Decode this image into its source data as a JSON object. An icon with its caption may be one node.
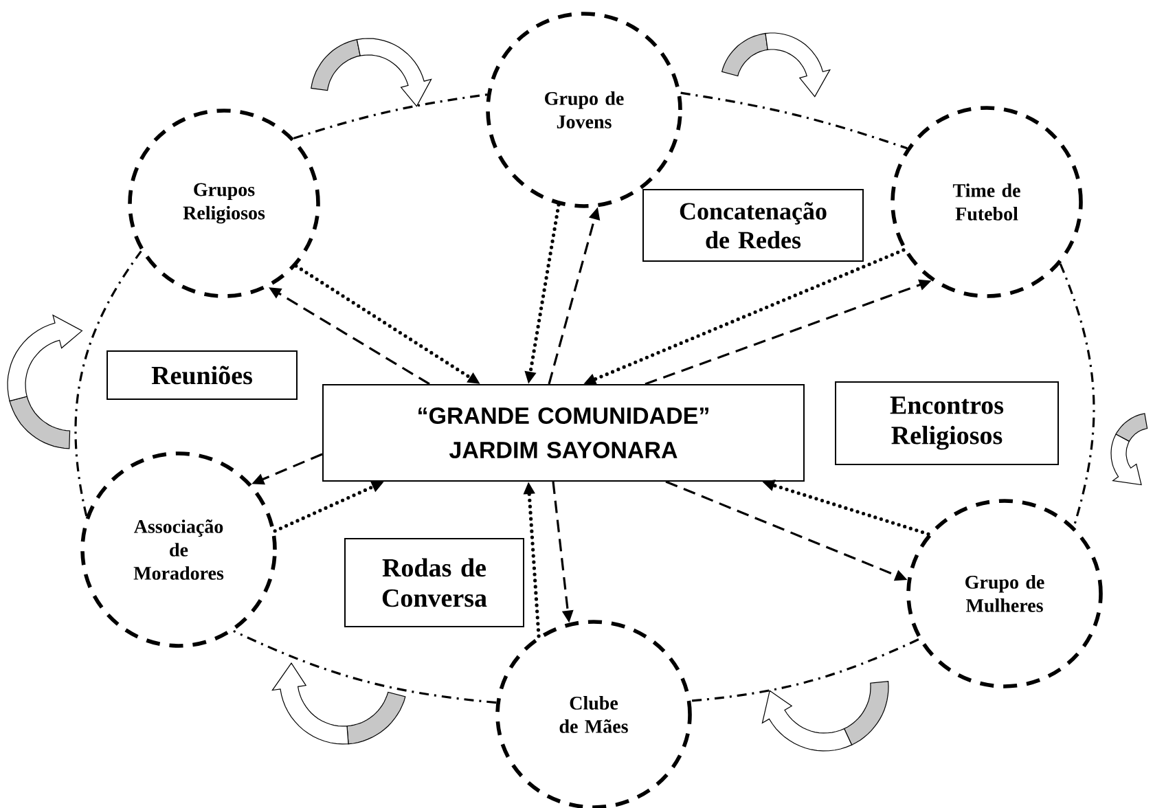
{
  "diagram": {
    "nodes": [
      {
        "text": [
          "Grupo de Jovens"
        ]
      },
      {
        "text": [
          "Grupos Religiosos"
        ]
      },
      {
        "text": [
          "Time de Futebol"
        ]
      },
      {
        "text": [
          "Concatenação de Redes"
        ]
      },
      {
        "text": [
          "Reuniões"
        ]
      },
      {
        "text": [
          "“GRANDE COMUNIDADE” JARDIM SAYONARA"
        ]
      },
      {
        "text": [
          "Encontros Religiosos"
        ]
      },
      {
        "text": [
          "Associação de Moradores"
        ]
      },
      {
        "text": [
          "Rodas de Conversa"
        ]
      },
      {
        "text": [
          "Grupo de Mulheres"
        ]
      },
      {
        "text": [
          "Clube de Mães"
        ]
      }
    ],
    "edges": [
      {
        "from": 1,
        "to": 0,
        "arrow": "none",
        "style": "dashed"
      },
      {
        "from": 0,
        "to": 2,
        "arrow": "none",
        "style": "dashed"
      },
      {
        "from": 2,
        "to": 9,
        "arrow": "none",
        "style": "dashed"
      },
      {
        "from": 9,
        "to": 10,
        "arrow": "none",
        "style": "dashed"
      },
      {
        "from": 10,
        "to": 7,
        "arrow": "none",
        "style": "dashed"
      },
      {
        "from": 7,
        "to": 1,
        "arrow": "none",
        "style": "dashed"
      },
      {
        "from": 1,
        "to": 5,
        "arrow": "to"
      },
      {
        "from": 5,
        "to": 1,
        "arrow": "to",
        "style": "dashed"
      },
      {
        "from": 0,
        "to": 5,
        "arrow": "to"
      },
      {
        "from": 5,
        "to": 0,
        "arrow": "to",
        "style": "dashed"
      },
      {
        "from": 2,
        "to": 5,
        "arrow": "to"
      },
      {
        "from": 5,
        "to": 2,
        "arrow": "to",
        "style": "dashed"
      },
      {
        "from": 5,
        "to": 7,
        "arrow": "to",
        "style": "dashed"
      },
      {
        "from": 7,
        "to": 5,
        "arrow": "to"
      },
      {
        "from": 10,
        "to": 5,
        "arrow": "to"
      },
      {
        "from": 5,
        "to": 10,
        "arrow": "to",
        "style": "dashed"
      },
      {
        "from": 9,
        "to": 5,
        "arrow": "to"
      },
      {
        "from": 5,
        "to": 9,
        "arrow": "to",
        "style": "dashed"
      }
    ]
  }
}
